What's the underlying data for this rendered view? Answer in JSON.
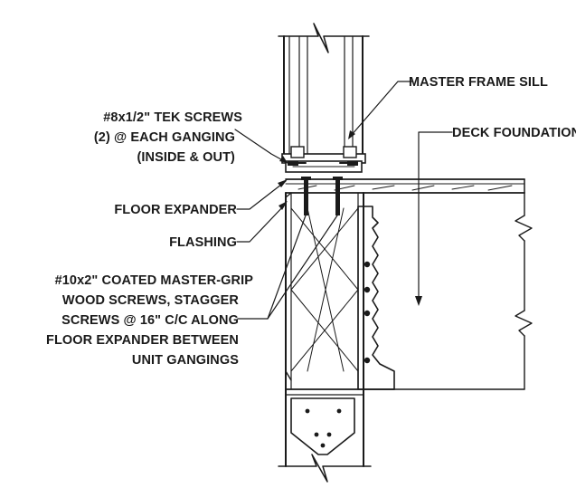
{
  "labels": {
    "tek_screws": [
      "#8x1/2\" TEK SCREWS",
      "(2) @ EACH GANGING",
      "(INSIDE & OUT)"
    ],
    "master_frame_sill": "MASTER FRAME SILL",
    "deck_foundation": "DECK FOUNDATION",
    "floor_expander": "FLOOR EXPANDER",
    "flashing": "FLASHING",
    "wood_screws": [
      "#10x2\" COATED MASTER-GRIP",
      "WOOD SCREWS, STAGGER",
      "SCREWS @ 16\" C/C ALONG",
      "FLOOR EXPANDER BETWEEN",
      "UNIT GANGINGS"
    ]
  }
}
